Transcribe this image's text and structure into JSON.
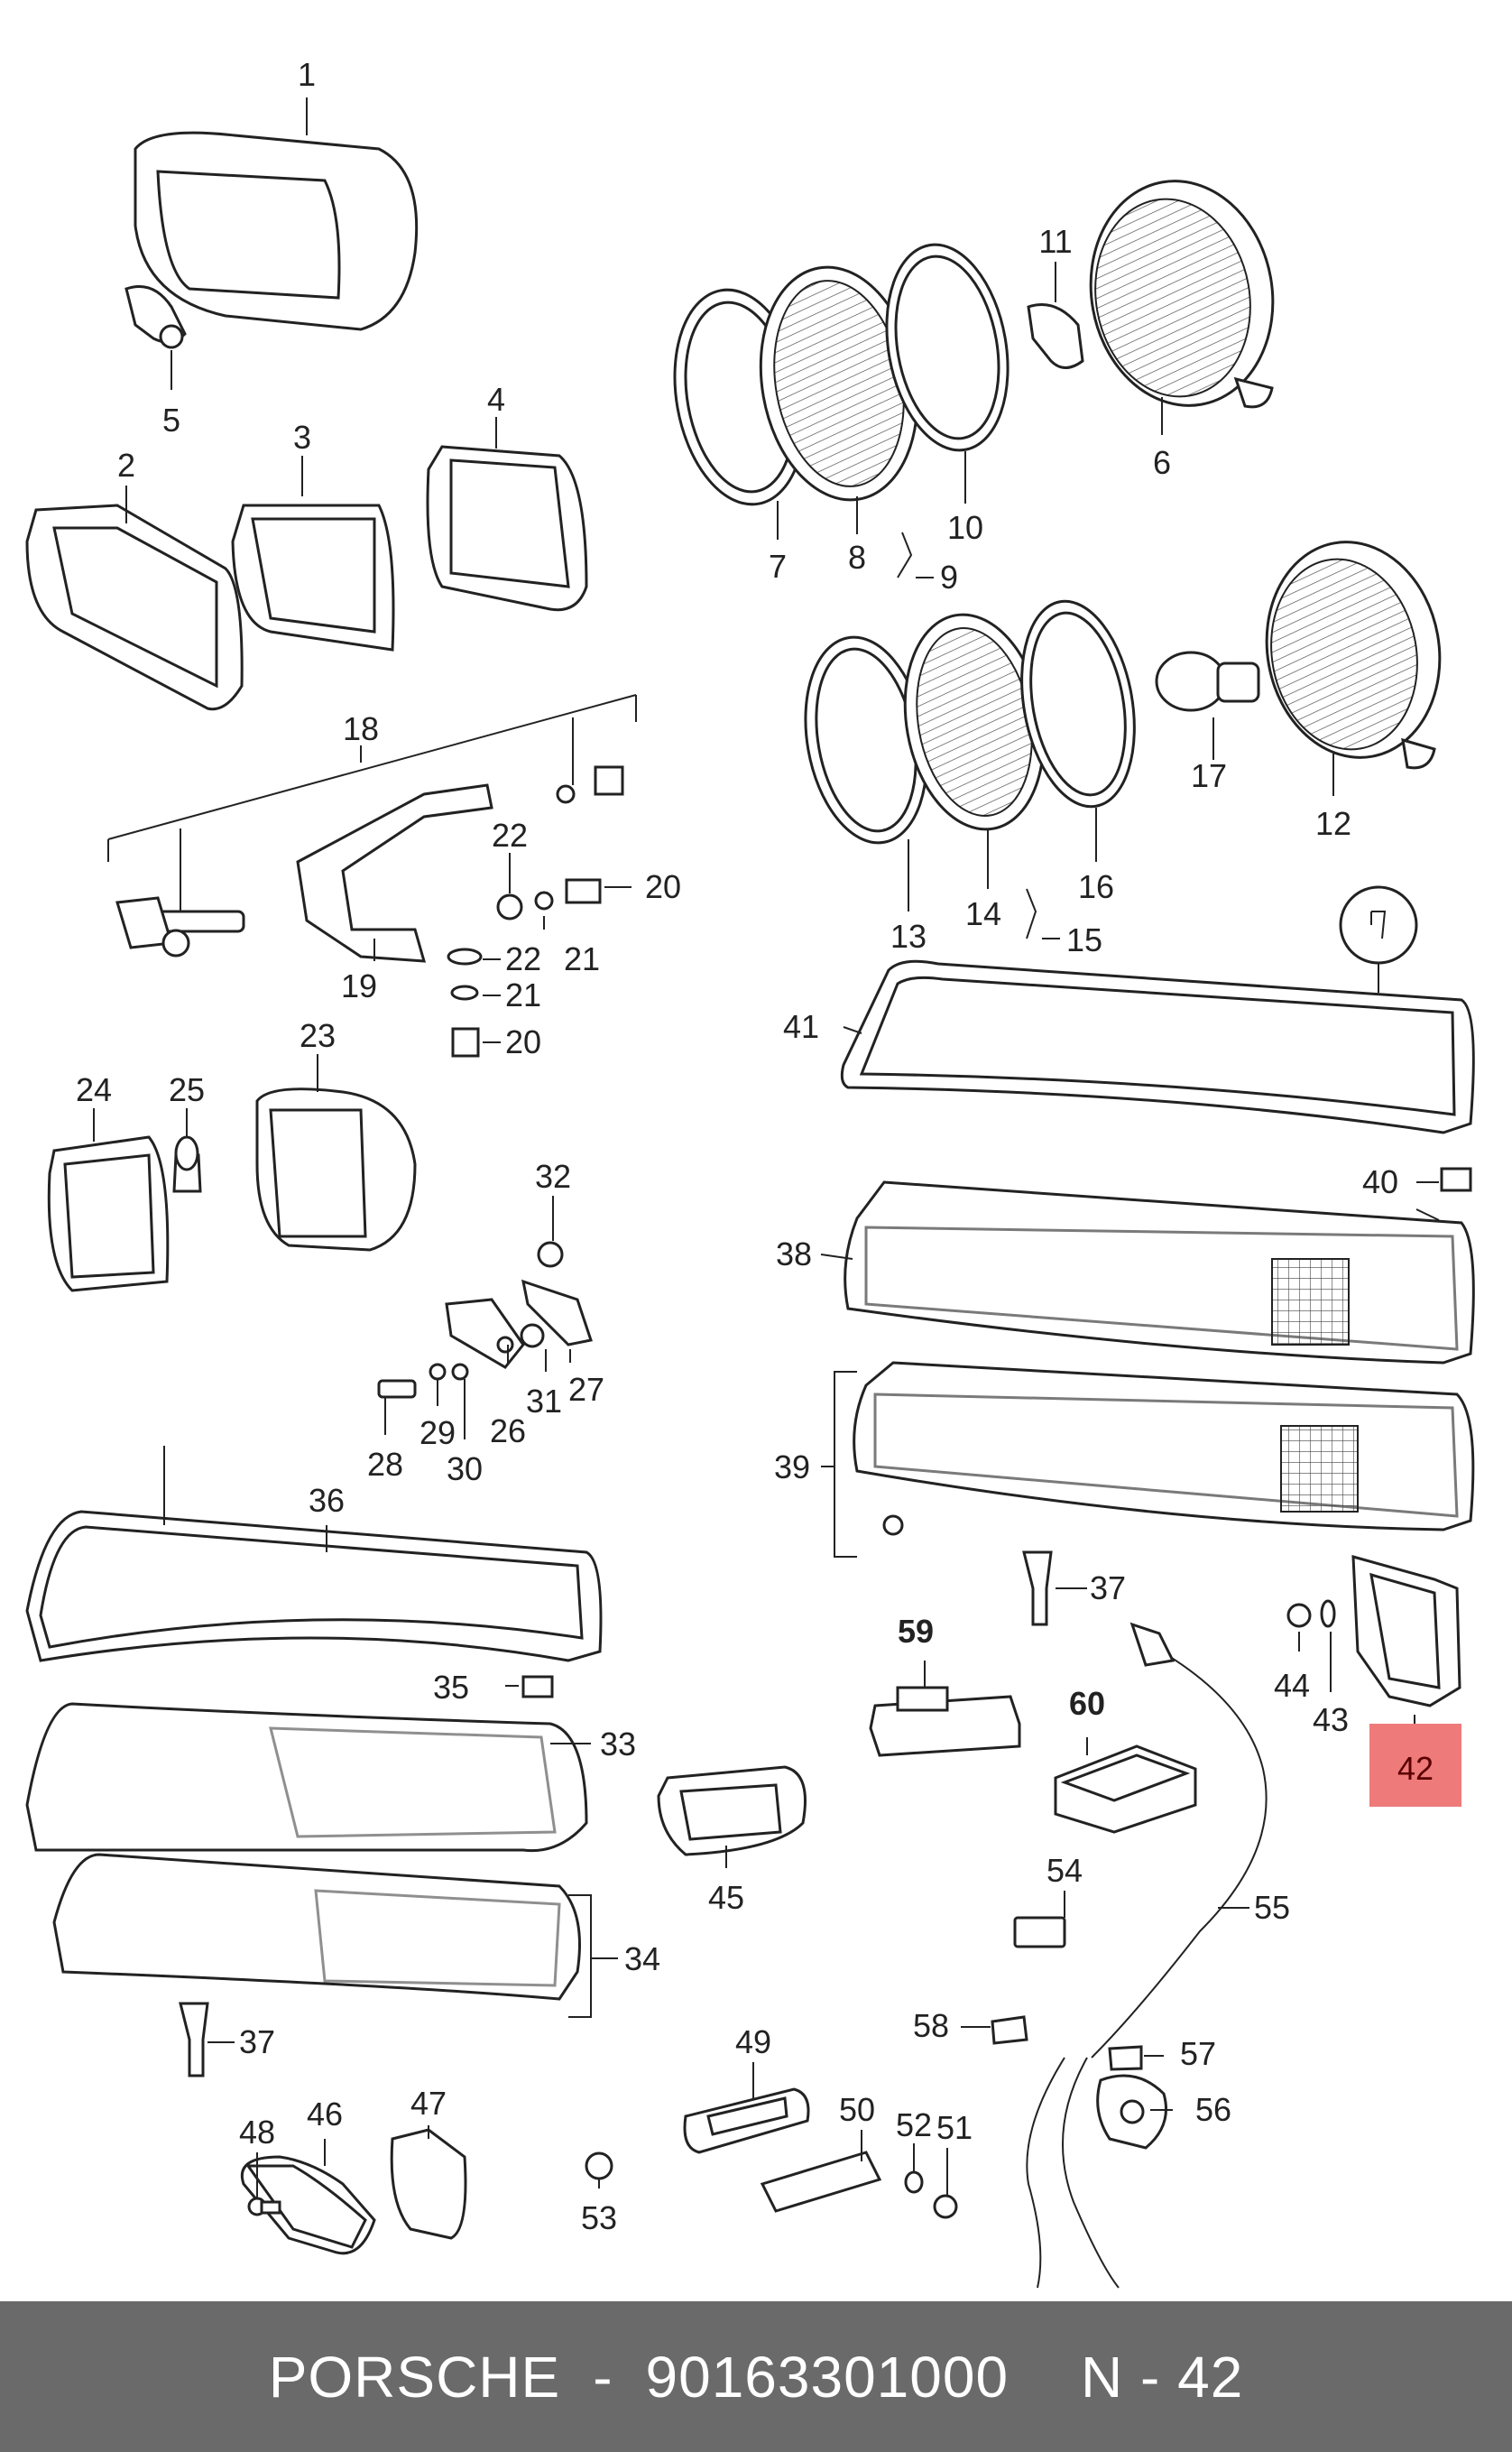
{
  "footer": {
    "brand": "PORSCHE",
    "separator": "-",
    "part_number": "90163301000",
    "diagram_ref": "N - 42"
  },
  "callouts": {
    "c1": "1",
    "c2": "2",
    "c3": "3",
    "c4": "4",
    "c5": "5",
    "c6": "6",
    "c7": "7",
    "c8": "8",
    "c9": "9",
    "c10": "10",
    "c11": "11",
    "c12": "12",
    "c13": "13",
    "c14": "14",
    "c15": "15",
    "c16": "16",
    "c17": "17",
    "c18": "18",
    "c19": "19",
    "c20a": "20",
    "c20b": "20",
    "c21a": "21",
    "c21b": "21",
    "c22a": "22",
    "c22b": "22",
    "c23": "23",
    "c24": "24",
    "c25": "25",
    "c26": "26",
    "c27": "27",
    "c28": "28",
    "c29": "29",
    "c30": "30",
    "c31": "31",
    "c32": "32",
    "c33": "33",
    "c34": "34",
    "c35": "35",
    "c36": "36",
    "c37a": "37",
    "c37b": "37",
    "c38": "38",
    "c39": "39",
    "c40": "40",
    "c41": "41",
    "c42": "42",
    "c43": "43",
    "c44": "44",
    "c45": "45",
    "c46": "46",
    "c47": "47",
    "c48": "48",
    "c49": "49",
    "c50": "50",
    "c51": "51",
    "c52": "52",
    "c53": "53",
    "c54": "54",
    "c55": "55",
    "c56": "56",
    "c57": "57",
    "c58": "58",
    "c59": "59",
    "c60": "60"
  },
  "highlight": {
    "label": "42",
    "color": "#ef7a7a"
  }
}
